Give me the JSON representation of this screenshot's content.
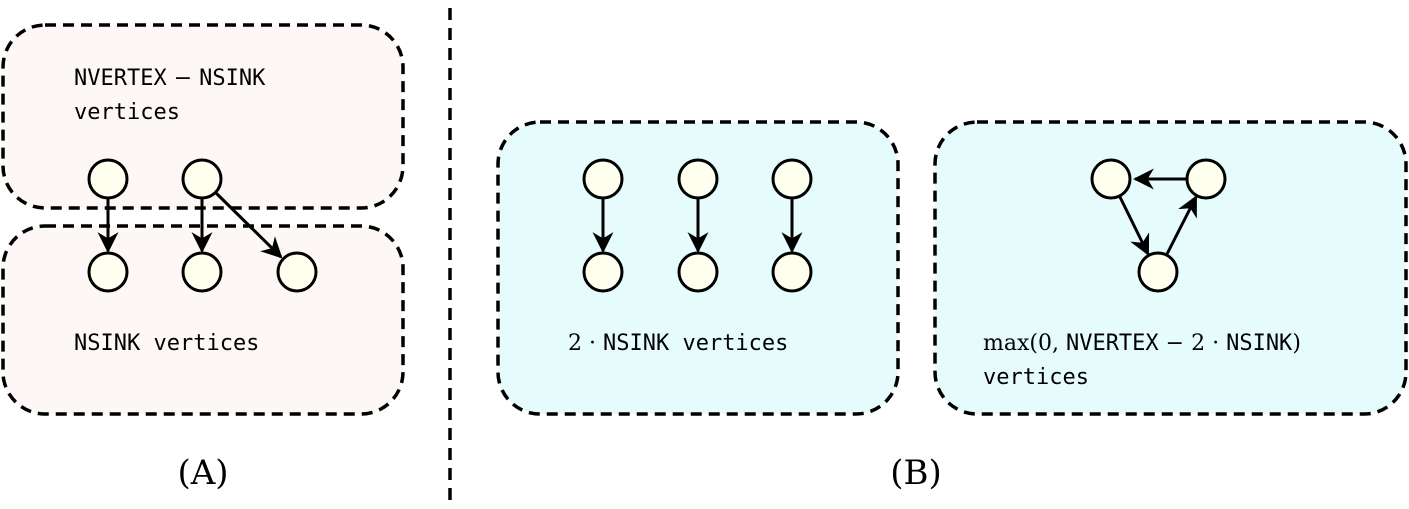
{
  "colors": {
    "panel_a_fill": "#fdf8f6",
    "panel_b_fill": "#e6fcfc",
    "node_fill": "#fffff0",
    "stroke": "#000000"
  },
  "panel_a": {
    "top_box": {
      "line1_a": "NVERTEX",
      "line1_op": " − ",
      "line1_b": "NSINK",
      "line2": "vertices"
    },
    "bottom_box": {
      "label": "NSINK vertices"
    },
    "caption": "(A)"
  },
  "panel_b": {
    "left_box": {
      "coef": "2 · ",
      "label": "NSINK vertices"
    },
    "right_box": {
      "line1_max": "max(0, ",
      "line1_nvertex": "NVERTEX",
      "line1_op": " − 2 · ",
      "line1_nsink": "NSINK",
      "line1_close": ")",
      "line2": "vertices"
    },
    "caption": "(B)"
  }
}
